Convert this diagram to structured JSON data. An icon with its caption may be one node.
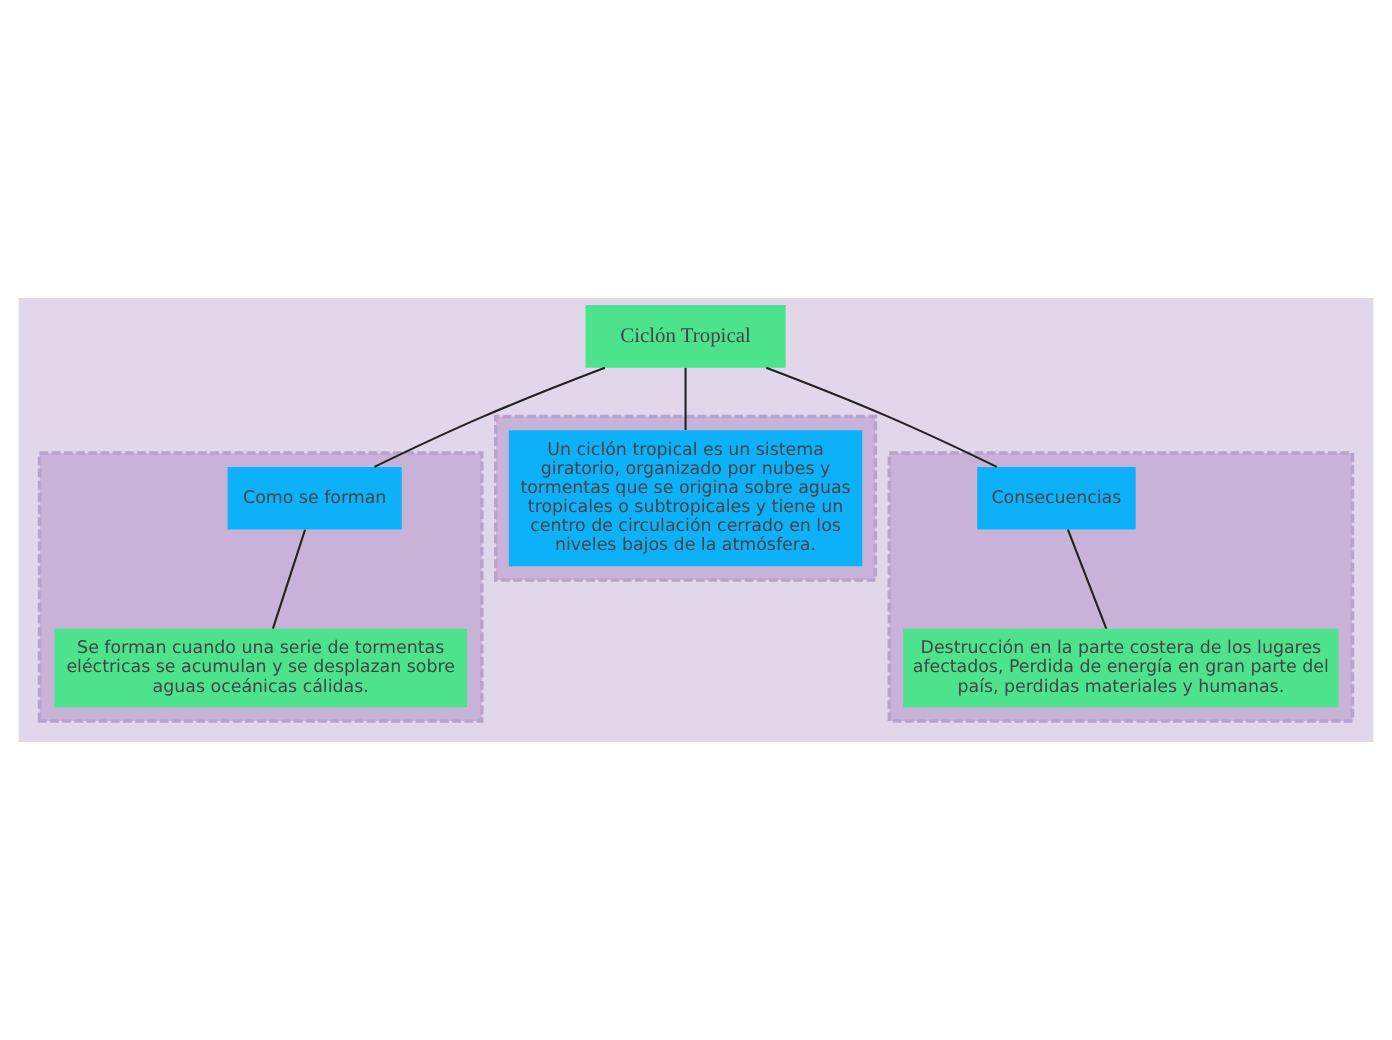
{
  "diagram": {
    "nodes": [
      {
        "text": [
          "Ciclón Tropical"
        ]
      },
      {
        "text": [],
        "shape": "box"
      },
      {
        "text": [
          "Como se forman"
        ],
        "in": 1
      },
      {
        "text": [
          "Se forman cuando una serie de tormentas eléctricas se acumulan y se desplazan sobre aguas oceánicas cálidas."
        ],
        "in": 1
      },
      {
        "text": [],
        "shape": "box"
      },
      {
        "text": [
          "Un ciclón tropical es un sistema giratorio, organizado por nubes y tormentas que se origina sobre aguas tropicales o subtropicales y tiene un centro de circulación cerrado en los niveles bajos de la atmósfera."
        ],
        "in": 4
      },
      {
        "text": [],
        "shape": "box"
      },
      {
        "text": [
          "Consecuencias"
        ],
        "in": 6
      },
      {
        "text": [
          "Destrucción en la parte costera de los lugares afectados, Perdida de energía en gran parte del país, perdidas materiales y humanas."
        ],
        "in": 6
      }
    ],
    "edges": [
      {
        "from": 0,
        "to": 2,
        "arrow": "none"
      },
      {
        "from": 2,
        "to": 3,
        "arrow": "none"
      },
      {
        "from": 0,
        "to": 5,
        "arrow": "none"
      },
      {
        "from": 0,
        "to": 7,
        "arrow": "none"
      },
      {
        "from": 7,
        "to": 8,
        "arrow": "none"
      }
    ]
  }
}
